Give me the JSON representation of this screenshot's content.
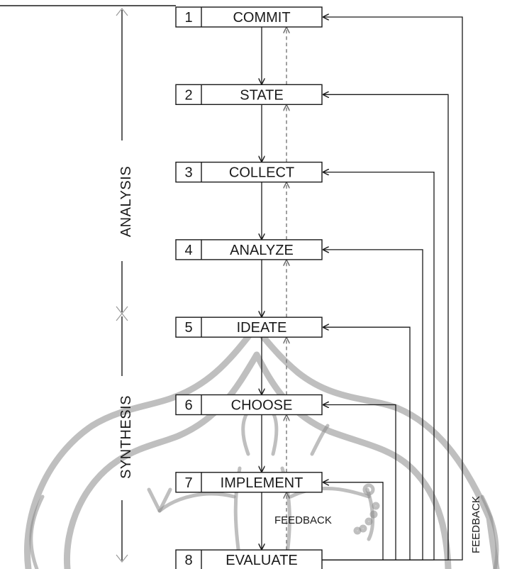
{
  "diagram": {
    "steps": [
      {
        "num": "1",
        "label": "COMMIT"
      },
      {
        "num": "2",
        "label": "STATE"
      },
      {
        "num": "3",
        "label": "COLLECT"
      },
      {
        "num": "4",
        "label": "ANALYZE"
      },
      {
        "num": "5",
        "label": "IDEATE"
      },
      {
        "num": "6",
        "label": "CHOOSE"
      },
      {
        "num": "7",
        "label": "IMPLEMENT"
      },
      {
        "num": "8",
        "label": "EVALUATE"
      }
    ],
    "phases": {
      "analysis": "ANALYSIS",
      "synthesis": "SYNTHESIS"
    },
    "feedback_inner_label": "FEEDBACK",
    "feedback_outer_label": "FEEDBACK"
  },
  "colors": {
    "line": "#1a1a1a",
    "dashed": "#777777",
    "watermark": "#8a8a8a"
  }
}
